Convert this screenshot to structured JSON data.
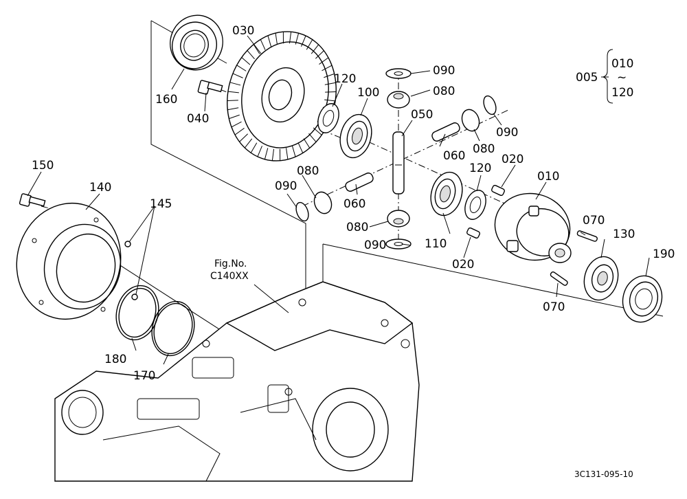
{
  "callouts": {
    "p005": "005",
    "p010_top": "010",
    "p120_top": "120",
    "range_sep": "~",
    "p030": "030",
    "p160": "160",
    "p040": "040",
    "p120_a": "120",
    "p100": "100",
    "p090_a": "090",
    "p080_a": "080",
    "p050": "050",
    "p060_a": "060",
    "p080_b": "080",
    "p090_b": "090",
    "p020_a": "020",
    "p120_b": "120",
    "p010": "010",
    "p090_c": "090",
    "p080_c": "080",
    "p060_b": "060",
    "p080_d": "080",
    "p090_d": "090",
    "p110": "110",
    "p020_b": "020",
    "p070_a": "070",
    "p130": "130",
    "p190": "190",
    "p070_b": "070",
    "p150": "150",
    "p140": "140",
    "p145": "145",
    "p180": "180",
    "p170": "170"
  },
  "figure_ref": {
    "line1": "Fig.No.",
    "line2": "C140XX"
  },
  "drawing_code": "3C131-095-10"
}
